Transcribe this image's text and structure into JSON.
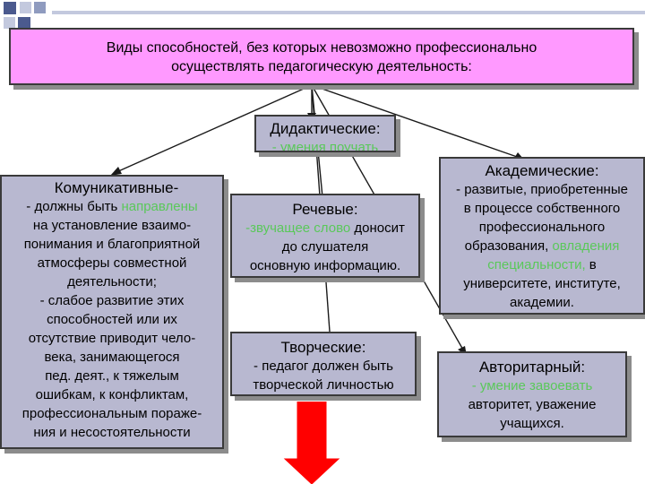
{
  "colors": {
    "title_bg": "#ff99ff",
    "box_bg": "#b8b8d0",
    "highlight_text": "#5ac85a",
    "arrow": "#ff0000",
    "corner_squares": [
      "#4b5a8e",
      "#8f9bbf",
      "#c3c9de"
    ]
  },
  "title": {
    "line1": "Виды способностей, без которых невозможно профессионально",
    "line2": "осуществлять педагогическую деятельность:"
  },
  "didactic": {
    "heading": "Дидактические:",
    "text": "- умения поучать"
  },
  "communicative": {
    "heading": "Комуникативные-",
    "l1a": "- должны быть ",
    "l1b": "направлены",
    "lines": [
      "на установление взаимо-",
      "понимания и благоприятной",
      "атмосферы совместной",
      "деятельности;",
      "- слабое развитие этих",
      "способностей или их",
      "отсутствие приводит чело-",
      "века, занимающегося",
      "пед. деят., к тяжелым",
      "ошибкам, к конфликтам,",
      "профессиональным пораже-",
      "ния и несостоятельности"
    ]
  },
  "speech": {
    "heading": "Речевые:",
    "l1a": "-звучащее слово ",
    "l1b": "доносит",
    "l2": "до слушателя",
    "l3": "основную информацию."
  },
  "academic": {
    "heading": "Академические:",
    "l1": "- развитые, приобретенные",
    "l2": "в процессе собственного",
    "l3": "профессионального",
    "l4a": "образования, ",
    "l4b": "овладения",
    "l5a": "специальности,",
    "l5b": " в",
    "l6": "университете, институте,",
    "l7": "академии."
  },
  "creative": {
    "heading": "Творческие:",
    "l1": "- педагог должен быть",
    "l2": "творческой личностью"
  },
  "authoritarian": {
    "heading": "Авторитарный:",
    "l1": "- умение завоевать",
    "l2": "авторитет, уважение",
    "l3": "учащихся."
  }
}
